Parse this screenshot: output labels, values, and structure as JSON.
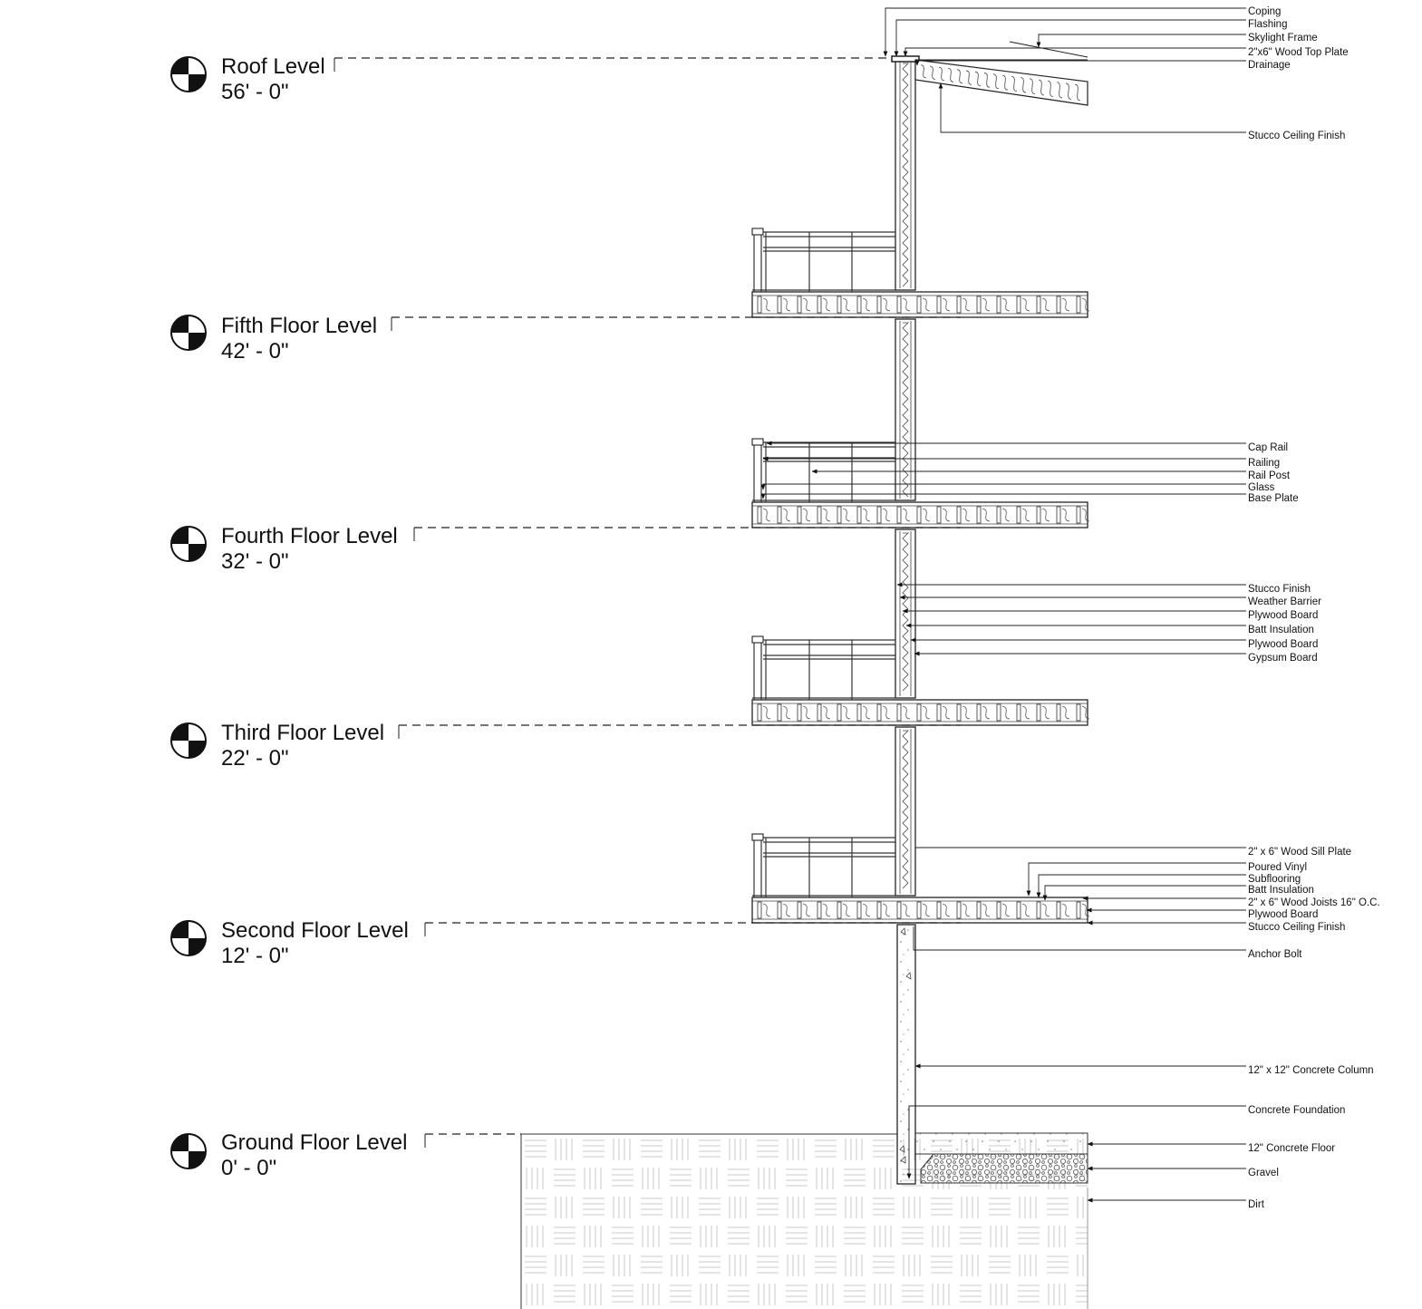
{
  "levels": [
    {
      "id": "roof",
      "name": "Roof Level",
      "elevation": "56' - 0\""
    },
    {
      "id": "fifth",
      "name": "Fifth Floor Level",
      "elevation": "42' - 0\""
    },
    {
      "id": "fourth",
      "name": "Fourth Floor Level",
      "elevation": "32' - 0\""
    },
    {
      "id": "third",
      "name": "Third Floor Level",
      "elevation": "22' - 0\""
    },
    {
      "id": "second",
      "name": "Second Floor Level",
      "elevation": "12' - 0\""
    },
    {
      "id": "ground",
      "name": "Ground Floor Level",
      "elevation": "0' - 0\""
    }
  ],
  "roof_notes": {
    "coping": "Coping",
    "flashing": "Flashing",
    "skylight_frame": "Skylight Frame",
    "top_plate": "2\"x6\" Wood Top Plate",
    "drainage": "Drainage",
    "stucco_ceiling": "Stucco Ceiling Finish"
  },
  "railing_notes": {
    "cap_rail": "Cap Rail",
    "railing": "Railing",
    "rail_post": "Rail Post",
    "glass": "Glass",
    "base_plate": "Base Plate"
  },
  "wall_notes": {
    "stucco_finish": "Stucco Finish",
    "weather_barrier": "Weather Barrier",
    "plywood_outer": "Plywood Board",
    "batt_insulation": "Batt Insulation",
    "plywood_inner": "Plywood Board",
    "gypsum_board": "Gypsum Board"
  },
  "floor_notes": {
    "sill_plate": "2\" x 6\" Wood Sill Plate",
    "poured_vinyl": "Poured Vinyl",
    "subflooring": "Subflooring",
    "batt_insulation": "Batt Insulation",
    "joists": "2\" x 6\" Wood Joists 16\" O.C.",
    "plywood": "Plywood Board",
    "stucco_ceiling": "Stucco Ceiling Finish",
    "anchor_bolt": "Anchor Bolt"
  },
  "foundation_notes": {
    "column": "12\" x 12\" Concrete Column",
    "foundation": "Concrete Foundation",
    "floor": "12\" Concrete Floor",
    "gravel": "Gravel",
    "dirt": "Dirt"
  }
}
